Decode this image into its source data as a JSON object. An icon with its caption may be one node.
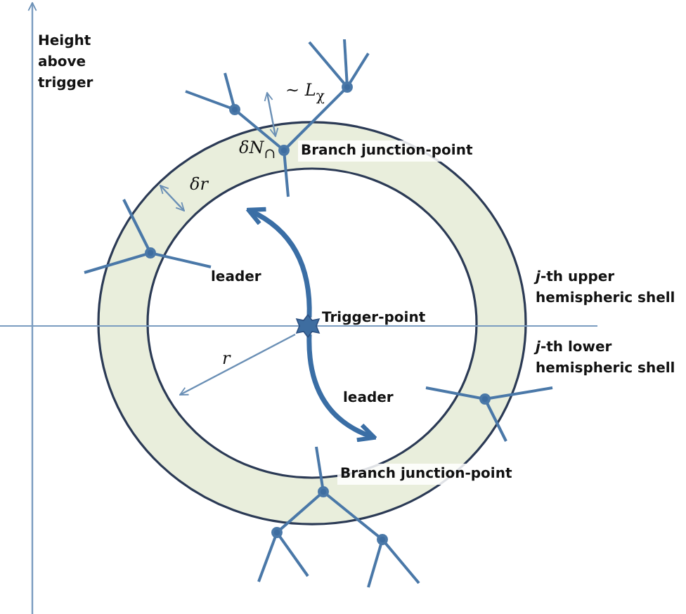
{
  "diagram": {
    "labels": [
      "Height above trigger",
      "~ *L*$_{χ}$",
      "*δN*$_{∩}$",
      "Branch junction-point",
      "δr",
      "leader",
      "Trigger-point",
      "*j*-th upper hemispheric shell",
      "*j*-th lower hemispheric shell",
      "r",
      "leader",
      "Branch junction-point"
    ]
  }
}
